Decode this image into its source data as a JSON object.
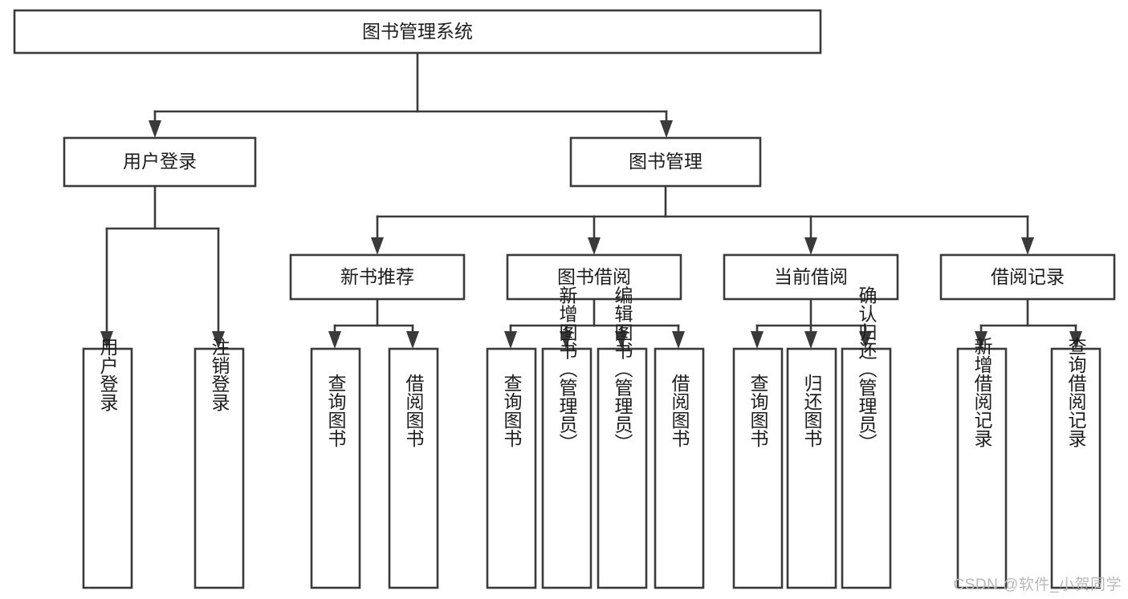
{
  "diagram": {
    "type": "tree-hierarchy",
    "title": "图书管理系统",
    "orientation": "top-down",
    "colors": {
      "box_fill": "#ffffff",
      "box_stroke": "#3a3a3a",
      "text": "#1d1d1d",
      "background": "#ffffff",
      "watermark": "#b9b9b9"
    },
    "root": {
      "label": "图书管理系统"
    },
    "level1": [
      {
        "label": "用户登录"
      },
      {
        "label": "图书管理"
      }
    ],
    "level2": [
      {
        "label": "新书推荐"
      },
      {
        "label": "图书借阅"
      },
      {
        "label": "当前借阅"
      },
      {
        "label": "借阅记录"
      }
    ],
    "leaves": {
      "user_login": [
        {
          "label": "用户登录"
        },
        {
          "label": "注销登录"
        }
      ],
      "new_book_recommend": [
        {
          "label": "查询图书"
        },
        {
          "label": "借阅图书"
        }
      ],
      "book_borrow": [
        {
          "label": "查询图书"
        },
        {
          "label": "新增图书（管理员）"
        },
        {
          "label": "编辑图书（管理员）"
        },
        {
          "label": "借阅图书"
        }
      ],
      "current_borrow": [
        {
          "label": "查询图书"
        },
        {
          "label": "归还图书"
        },
        {
          "label": "确认归还（管理员）"
        }
      ],
      "borrow_record": [
        {
          "label": "新增借阅记录"
        },
        {
          "label": "查询借阅记录"
        }
      ]
    }
  },
  "watermark": {
    "text": "CSDN @软件_小贺同学"
  }
}
